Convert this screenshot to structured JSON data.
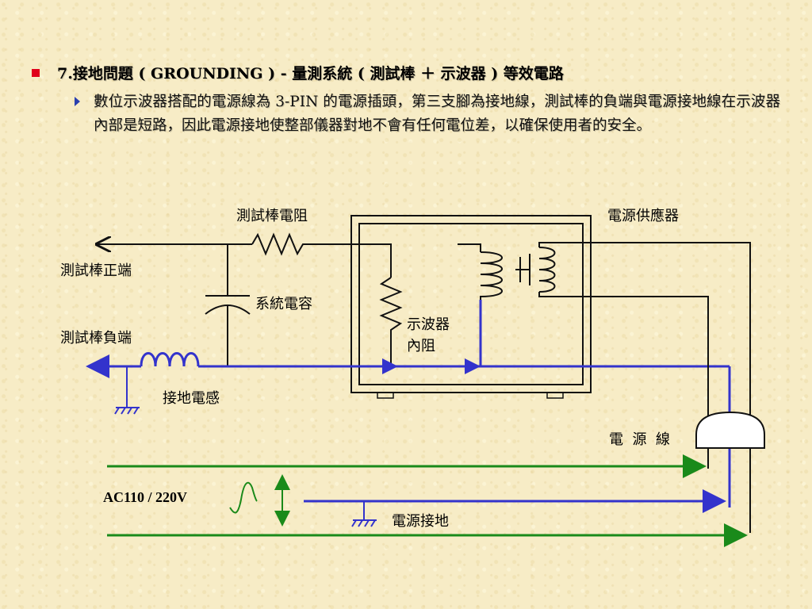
{
  "slide": {
    "title": "7.接地問題 ( GROUNDING ) - 量測系統 ( 測試棒 ＋ 示波器 ) 等效電路",
    "description": "數位示波器搭配的電源線為 3-PIN 的電源插頭，第三支腳為接地線，測試棒的負端與電源接地線在示波器內部是短路，因此電源接地使整部儀器對地不會有任何電位差，以確保使用者的安全。"
  },
  "diagram": {
    "labels": {
      "probe_resistance": "測試棒電阻",
      "power_supply": "電源供應器",
      "probe_positive": "測試棒正端",
      "system_capacitance": "系統電容",
      "probe_negative": "測試棒負端",
      "scope_internal_1": "示波器",
      "scope_internal_2": "內阻",
      "ground_inductance": "接地電感",
      "power_cord": "電  源  線",
      "ac_voltage": "AC110 / 220V",
      "power_ground": "電源接地"
    },
    "colors": {
      "wire_black": "#111111",
      "wire_blue": "#3333cc",
      "wire_green": "#1a8a1a",
      "bullet_red": "#e0001a",
      "bullet_arrow": "#2a3fae"
    }
  }
}
